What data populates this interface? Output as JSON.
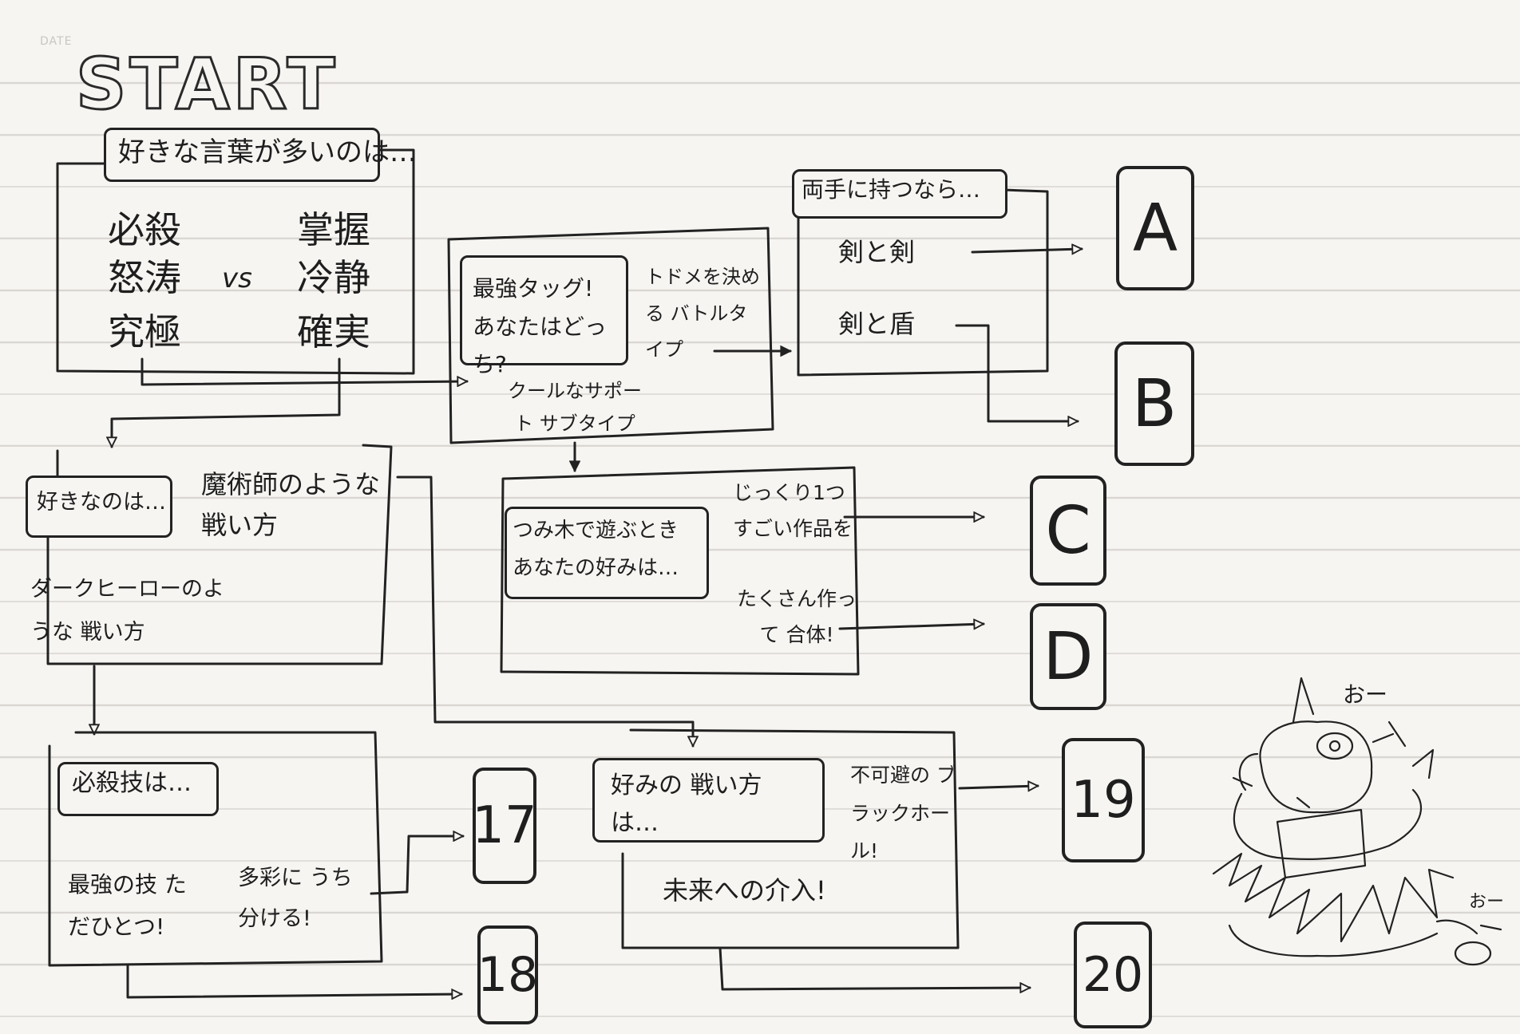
{
  "title": "START",
  "date_label": "DATE",
  "q1": {
    "label": "好きな言葉が多いのは…",
    "left_words": [
      "必殺",
      "怒涛",
      "究極"
    ],
    "vs": "vs",
    "right_words": [
      "掌握",
      "冷静",
      "確実"
    ]
  },
  "q2": {
    "label": "最強タッグ! あなたはどっち?",
    "opt1": "トドメを決める バトルタイプ",
    "opt2": "クールなサポート サブタイプ"
  },
  "q3": {
    "label": "両手に持つなら…",
    "opt1": "剣と剣",
    "opt2": "剣と盾"
  },
  "q4": {
    "label": "つみ木で遊ぶとき あなたの好みは…",
    "opt1": "じっくり1つ すごい作品を",
    "opt2": "たくさん作って 合体!"
  },
  "q5": {
    "label": "好きなのは…",
    "opt1": "魔術師のような 戦い方",
    "opt2": "ダークヒーローのような 戦い方"
  },
  "q6": {
    "label": "必殺技は…",
    "opt1": "最強の技 ただひとつ!",
    "opt2": "多彩に うち分ける!"
  },
  "q7": {
    "label": "好みの 戦い方は…",
    "opt1": "不可避の ブラックホール!",
    "opt2": "未来への介入!"
  },
  "results": [
    "A",
    "B",
    "C",
    "D",
    "17",
    "18",
    "19",
    "20"
  ],
  "doodle": {
    "speech1": "おー",
    "speech2": "おー"
  }
}
